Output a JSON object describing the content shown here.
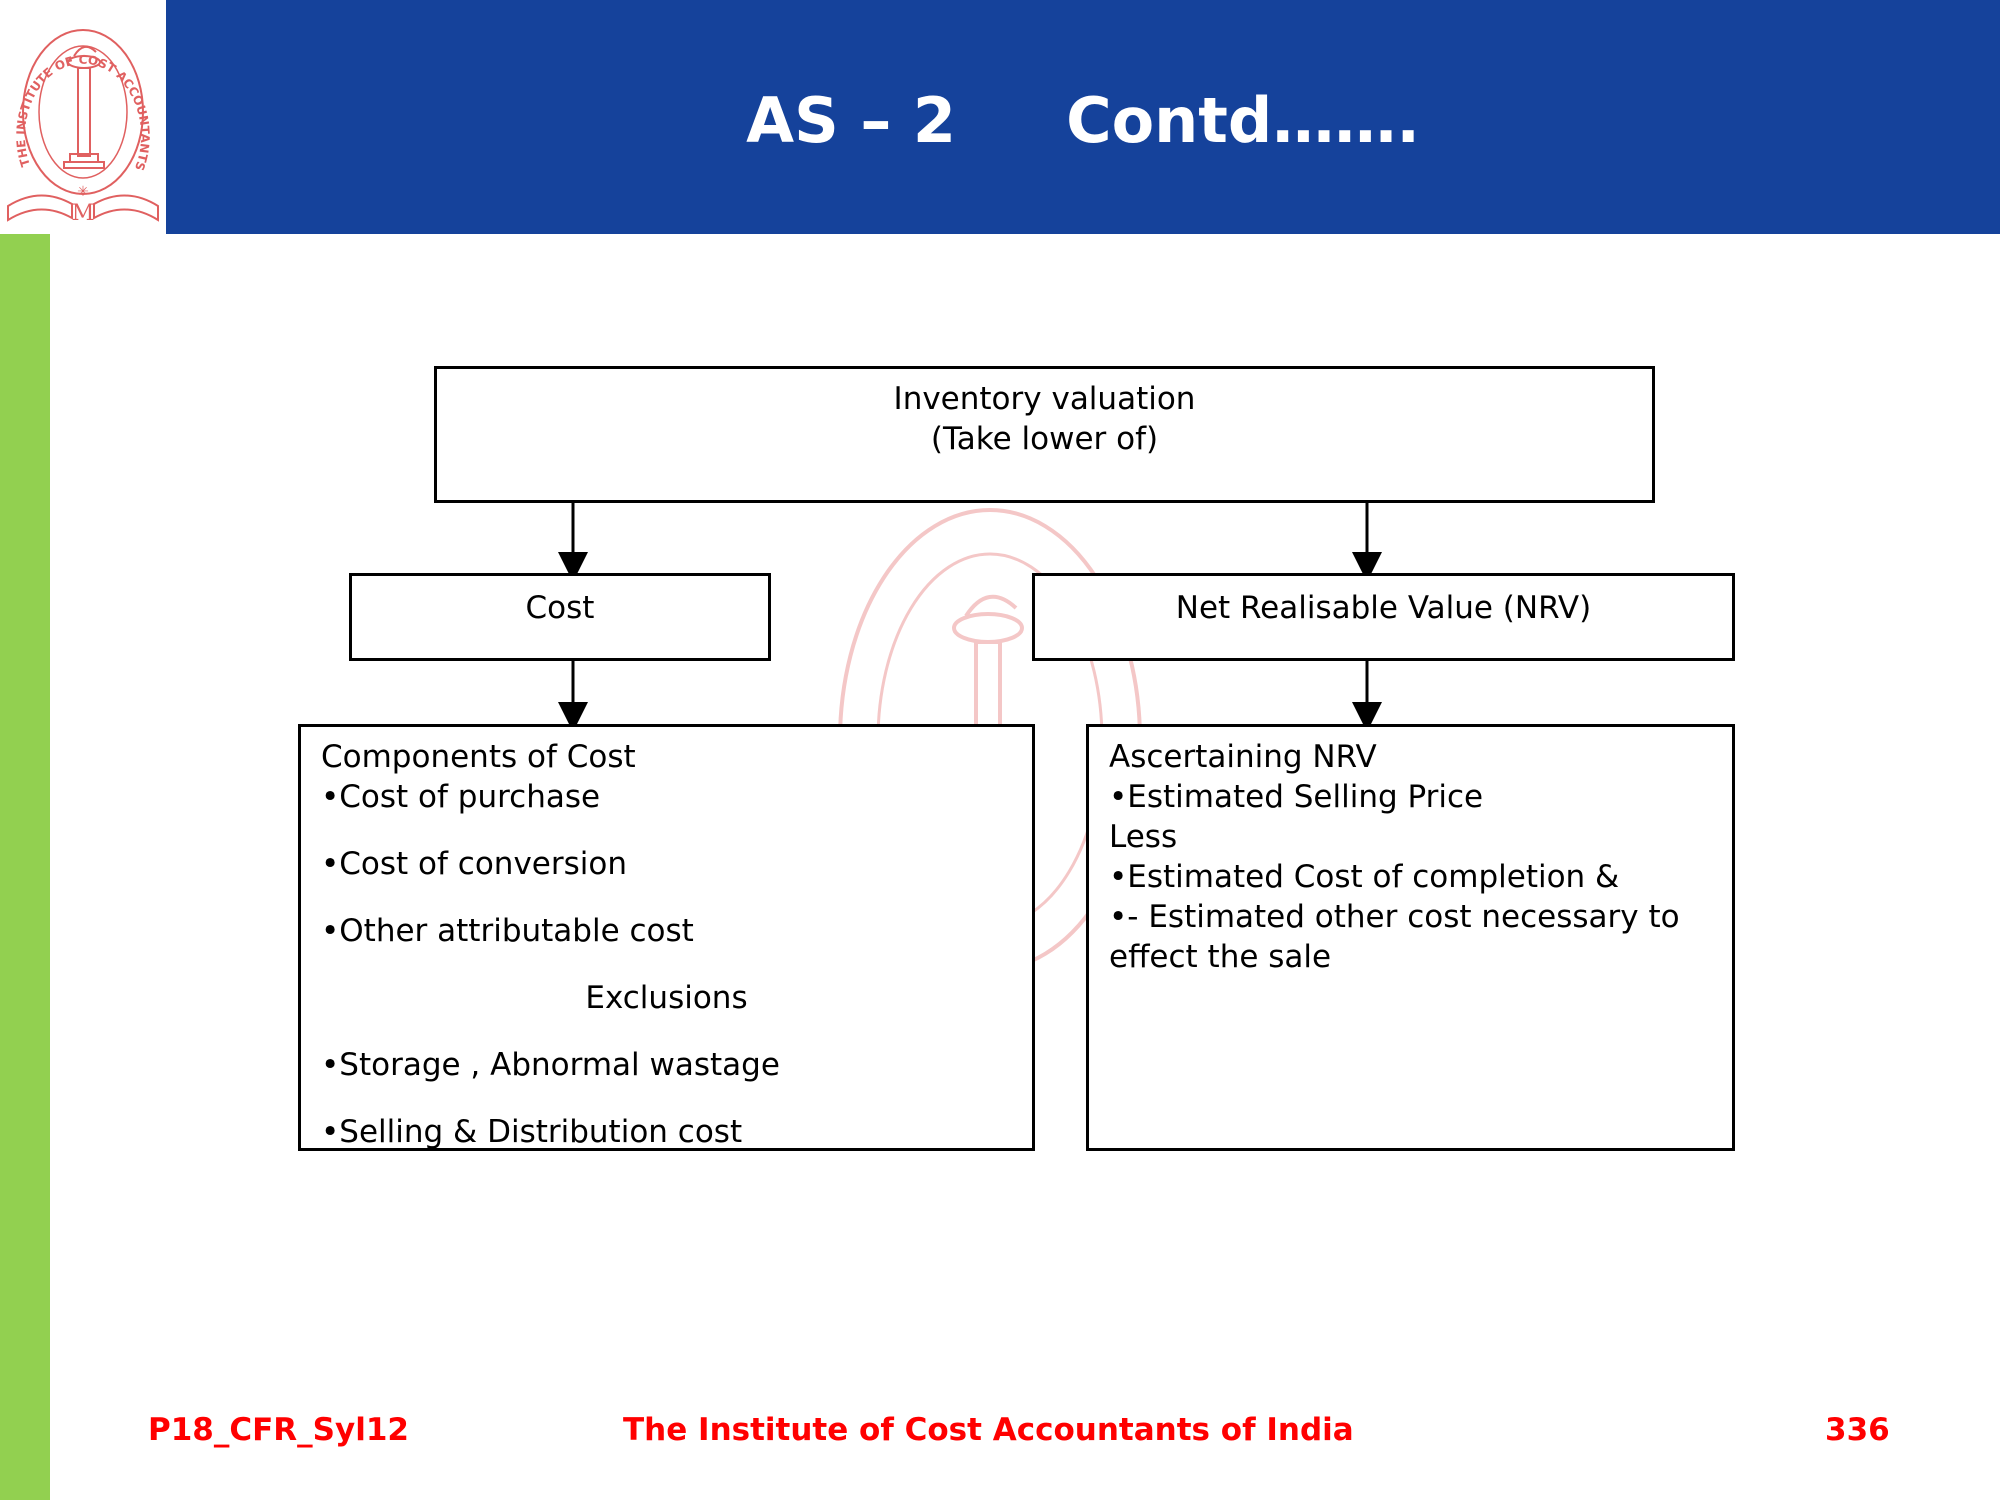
{
  "slide": {
    "title_left": "AS – 2",
    "title_right": "Contd……."
  },
  "logo": {
    "text": "THE INSTITUTE OF COST ACCOUNTANTS OF INDIA"
  },
  "diagram": {
    "top_box": {
      "line1": "Inventory valuation",
      "line2": "(Take lower of)"
    },
    "cost_box": {
      "label": "Cost"
    },
    "nrv_box": {
      "label": "Net Realisable Value (NRV)"
    },
    "cost_details": {
      "heading": "Components of Cost",
      "item1": "•Cost of purchase",
      "item2": "•Cost of conversion",
      "item3": "•Other attributable cost",
      "exclusions_heading": "Exclusions",
      "excl1": "•Storage , Abnormal wastage",
      "excl2": "•Selling & Distribution cost"
    },
    "nrv_details": {
      "heading": "Ascertaining NRV",
      "line1": "•Estimated Selling Price",
      "line2": "Less",
      "line3": "•Estimated Cost of completion &",
      "line4": "•- Estimated other cost necessary to",
      "line5": "effect the sale"
    }
  },
  "footer": {
    "code": "P18_CFR_Syl12",
    "institute": "The Institute of Cost Accountants of India",
    "page_number": "336"
  },
  "colors": {
    "header_blue": "#15429b",
    "side_green": "#92d050",
    "footer_red": "#ff0000",
    "logo_red": "#e06060"
  }
}
